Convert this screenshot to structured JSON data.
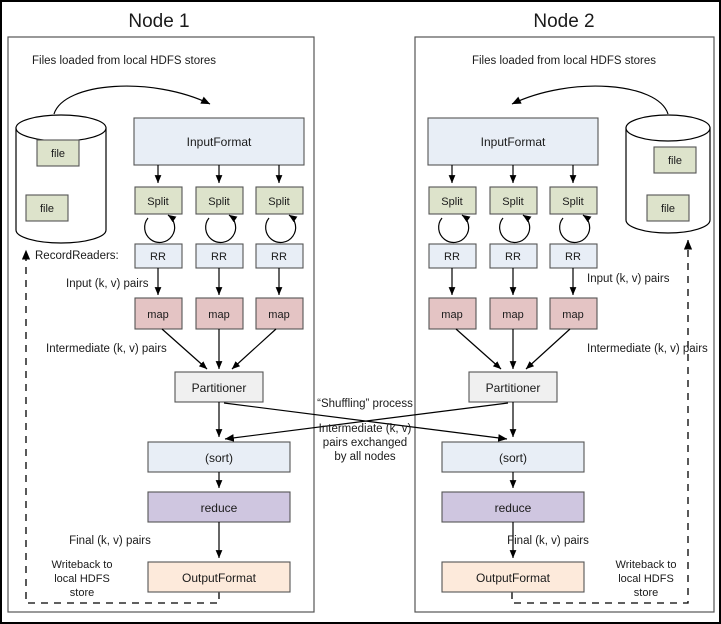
{
  "diagram": {
    "title": "Hadoop MapReduce data flow across two nodes",
    "colors": {
      "input_format": "#e8eef6",
      "split": "#dde3cb",
      "record_reader": "#e8eef6",
      "map": "#e4c4c4",
      "partitioner": "#f0f0f0",
      "sort": "#e8eef6",
      "reduce": "#cfc6e0",
      "output_format": "#fdeadb",
      "file": "#dde3cb",
      "stroke": "#555555",
      "line": "#000000"
    }
  },
  "nodes": [
    {
      "title": "Node 1",
      "header_label": "Files loaded from local HDFS stores",
      "store_files": [
        "file",
        "file"
      ],
      "input_format": "InputFormat",
      "splits": [
        "Split",
        "Split",
        "Split"
      ],
      "record_readers": [
        "RR",
        "RR",
        "RR"
      ],
      "record_readers_label": "RecordReaders:",
      "input_pairs_label": "Input (k, v) pairs",
      "maps": [
        "map",
        "map",
        "map"
      ],
      "intermediate_label": "Intermediate (k, v) pairs",
      "partitioner": "Partitioner",
      "sort": "(sort)",
      "reduce": "reduce",
      "final_label": "Final (k, v) pairs",
      "output_format": "OutputFormat",
      "writeback_label": [
        "Writeback to",
        "local HDFS",
        "store"
      ]
    },
    {
      "title": "Node 2",
      "header_label": "Files loaded from local HDFS stores",
      "store_files": [
        "file",
        "file"
      ],
      "input_format": "InputFormat",
      "splits": [
        "Split",
        "Split",
        "Split"
      ],
      "record_readers": [
        "RR",
        "RR",
        "RR"
      ],
      "record_readers_label": "",
      "input_pairs_label": "Input (k, v) pairs",
      "maps": [
        "map",
        "map",
        "map"
      ],
      "intermediate_label": "Intermediate (k, v) pairs",
      "partitioner": "Partitioner",
      "sort": "(sort)",
      "reduce": "reduce",
      "final_label": "Final (k, v) pairs",
      "output_format": "OutputFormat",
      "writeback_label": [
        "Writeback to",
        "local HDFS",
        "store"
      ]
    }
  ],
  "shuffle": {
    "process_label": "“Shuffling” process",
    "detail_label": [
      "Intermediate (k, v)",
      "pairs exchanged",
      "by all nodes"
    ]
  }
}
